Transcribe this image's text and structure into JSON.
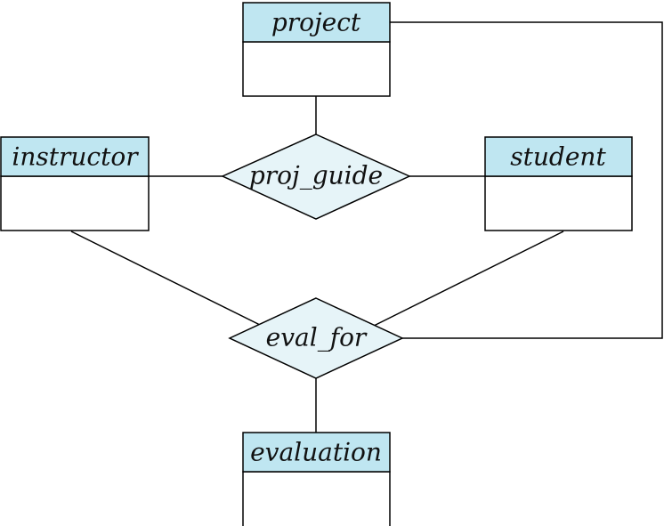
{
  "colors": {
    "entity_header": "#bfe6f1",
    "relationship_fill": "#e6f4f8",
    "line": "#000000"
  },
  "entities": {
    "project": {
      "name": "project"
    },
    "instructor": {
      "name": "instructor"
    },
    "student": {
      "name": "student"
    },
    "evaluation": {
      "name": "evaluation"
    }
  },
  "relationships": {
    "proj_guide": {
      "name": "proj_guide"
    },
    "eval_for": {
      "name": "eval_for"
    }
  },
  "connections": [
    {
      "from": "project",
      "to": "proj_guide"
    },
    {
      "from": "instructor",
      "to": "proj_guide"
    },
    {
      "from": "student",
      "to": "proj_guide"
    },
    {
      "from": "instructor",
      "to": "eval_for"
    },
    {
      "from": "student",
      "to": "eval_for"
    },
    {
      "from": "project",
      "to": "eval_for"
    },
    {
      "from": "evaluation",
      "to": "eval_for"
    }
  ]
}
